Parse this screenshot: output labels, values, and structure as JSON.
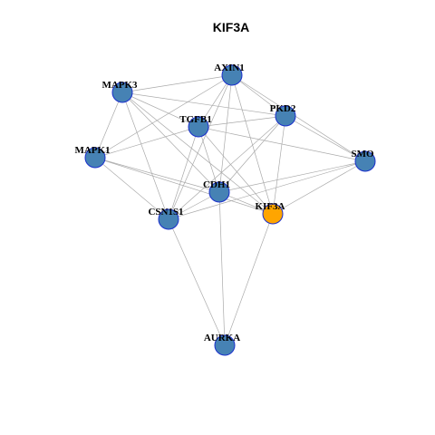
{
  "title": "KIF3A",
  "colors": {
    "node_default": "#4682B4",
    "node_focus": "#FFA500",
    "node_border": "#1A2FCC",
    "edge": "#AAAAAA"
  },
  "nodes": [
    {
      "id": "AXIN1",
      "label": "AXIN1",
      "focus": false
    },
    {
      "id": "MAPK3",
      "label": "MAPK3",
      "focus": false
    },
    {
      "id": "PKD2",
      "label": "PKD2",
      "focus": false
    },
    {
      "id": "TGFB1",
      "label": "TGFB1",
      "focus": false
    },
    {
      "id": "MAPK1",
      "label": "MAPK1",
      "focus": false
    },
    {
      "id": "SMO",
      "label": "SMO",
      "focus": false
    },
    {
      "id": "CDH1",
      "label": "CDH1",
      "focus": false
    },
    {
      "id": "KIF3A",
      "label": "KIF3A",
      "focus": true
    },
    {
      "id": "CSN1S1",
      "label": "CSN1S1",
      "focus": false
    },
    {
      "id": "AURKA",
      "label": "AURKA",
      "focus": false
    }
  ],
  "edges": [
    [
      "AXIN1",
      "MAPK3"
    ],
    [
      "AXIN1",
      "PKD2"
    ],
    [
      "AXIN1",
      "TGFB1"
    ],
    [
      "AXIN1",
      "MAPK1"
    ],
    [
      "AXIN1",
      "SMO"
    ],
    [
      "AXIN1",
      "CDH1"
    ],
    [
      "AXIN1",
      "KIF3A"
    ],
    [
      "AXIN1",
      "CSN1S1"
    ],
    [
      "MAPK3",
      "PKD2"
    ],
    [
      "MAPK3",
      "TGFB1"
    ],
    [
      "MAPK3",
      "MAPK1"
    ],
    [
      "MAPK3",
      "CDH1"
    ],
    [
      "MAPK3",
      "KIF3A"
    ],
    [
      "MAPK3",
      "CSN1S1"
    ],
    [
      "PKD2",
      "TGFB1"
    ],
    [
      "PKD2",
      "SMO"
    ],
    [
      "PKD2",
      "CDH1"
    ],
    [
      "PKD2",
      "KIF3A"
    ],
    [
      "PKD2",
      "CSN1S1"
    ],
    [
      "TGFB1",
      "MAPK1"
    ],
    [
      "TGFB1",
      "SMO"
    ],
    [
      "TGFB1",
      "CDH1"
    ],
    [
      "TGFB1",
      "KIF3A"
    ],
    [
      "TGFB1",
      "CSN1S1"
    ],
    [
      "MAPK1",
      "CDH1"
    ],
    [
      "MAPK1",
      "KIF3A"
    ],
    [
      "MAPK1",
      "CSN1S1"
    ],
    [
      "SMO",
      "CDH1"
    ],
    [
      "SMO",
      "KIF3A"
    ],
    [
      "SMO",
      "CSN1S1"
    ],
    [
      "CDH1",
      "KIF3A"
    ],
    [
      "CDH1",
      "CSN1S1"
    ],
    [
      "CDH1",
      "AURKA"
    ],
    [
      "KIF3A",
      "AURKA"
    ],
    [
      "CSN1S1",
      "AURKA"
    ]
  ]
}
